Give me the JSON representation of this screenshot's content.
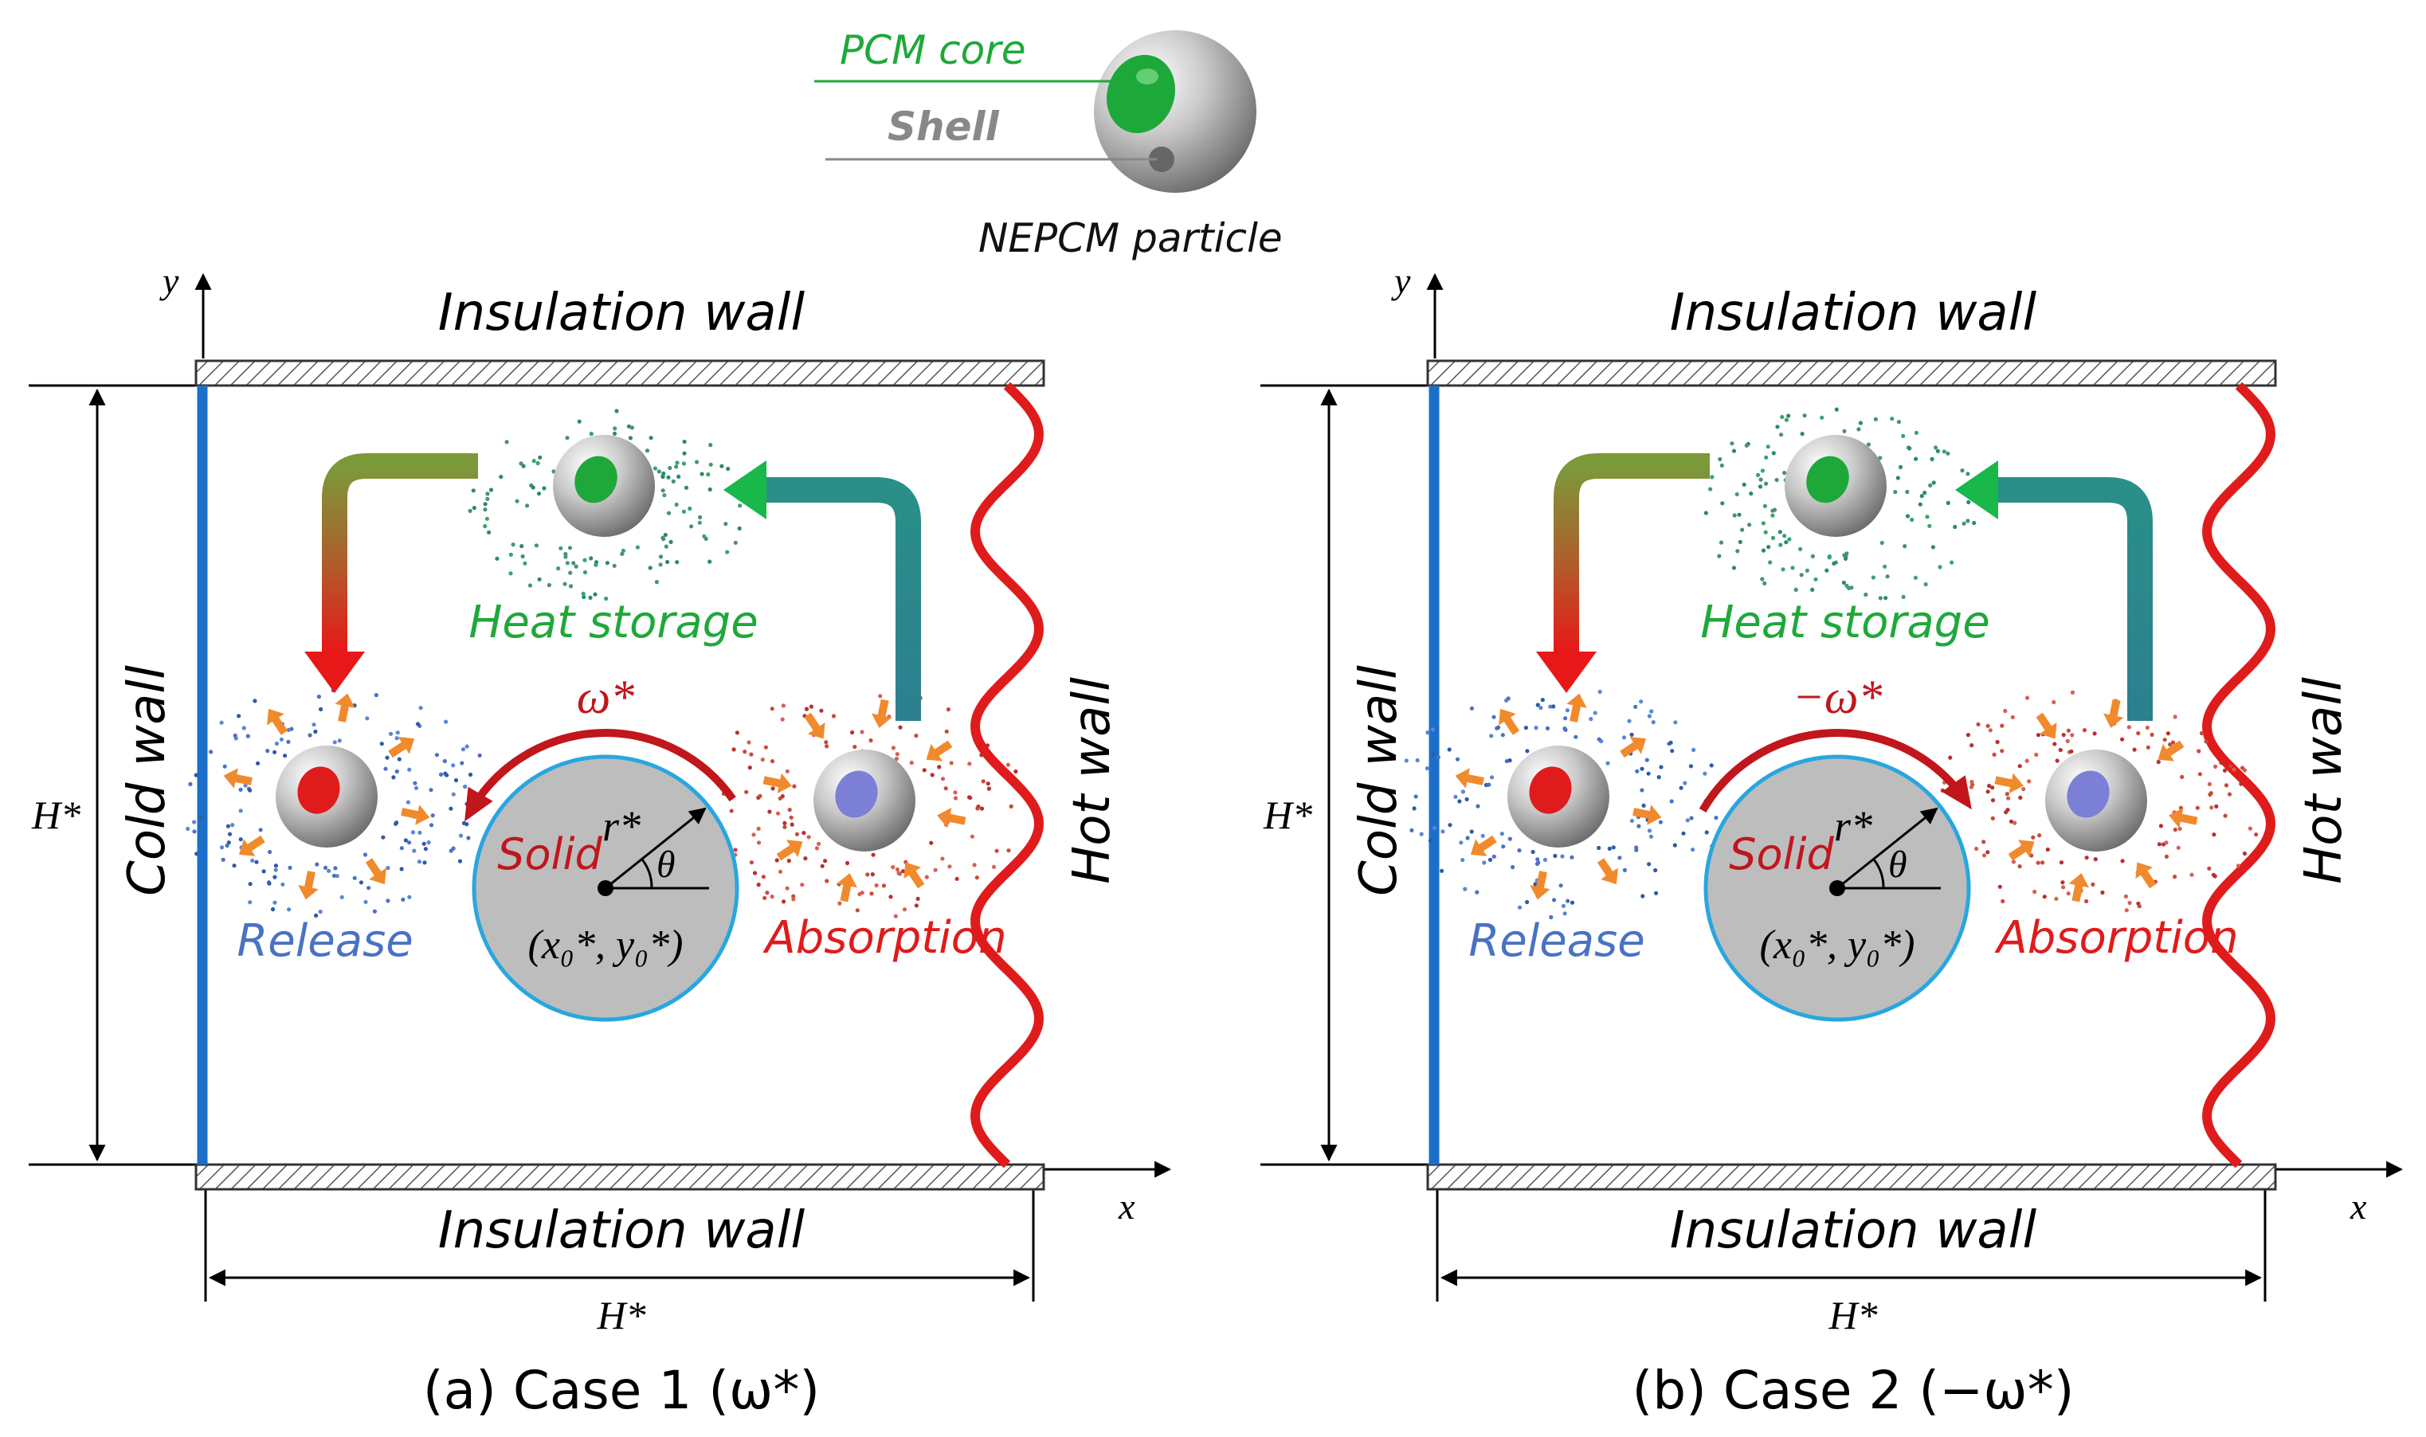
{
  "legend": {
    "core_label": "PCM core",
    "shell_label": "Shell",
    "particle_label": "NEPCM particle"
  },
  "colors": {
    "cold_wall": "#1b6fc9",
    "hot_wall": "#e01b1b",
    "pcm_green": "#1fa83a",
    "release_blue": "#4a72c4",
    "absorption_red": "#e01b1b",
    "solid_red": "#c0161c",
    "cylinder_fill": "#bdbdbd",
    "cylinder_edge": "#29a6e0",
    "arrow_dark_red": "#c0161c",
    "ray_orange": "#f08a2c"
  },
  "panels": [
    {
      "id": "a",
      "top_wall": "Insulation wall",
      "bottom_wall": "Insulation wall",
      "left_wall": "Cold wall",
      "right_wall": "Hot wall",
      "storage": "Heat storage",
      "release": "Release",
      "absorption": "Absorption",
      "solid": "Solid",
      "radius": "r*",
      "angle": "θ",
      "center": "(x₀*, y₀*)",
      "rotation_label": "ω*",
      "rotation_direction": "counterclockwise",
      "height_label": "H*",
      "width_label": "H*",
      "x_axis": "x",
      "y_axis": "y",
      "caption": "(a) Case 1 (ω*)"
    },
    {
      "id": "b",
      "top_wall": "Insulation wall",
      "bottom_wall": "Insulation wall",
      "left_wall": "Cold wall",
      "right_wall": "Hot wall",
      "storage": "Heat storage",
      "release": "Release",
      "absorption": "Absorption",
      "solid": "Solid",
      "radius": "r*",
      "angle": "θ",
      "center": "(x₀*, y₀*)",
      "rotation_label": "−ω*",
      "rotation_direction": "clockwise",
      "height_label": "H*",
      "width_label": "H*",
      "x_axis": "x",
      "y_axis": "y",
      "caption": "(b) Case 2 (−ω*)"
    }
  ]
}
